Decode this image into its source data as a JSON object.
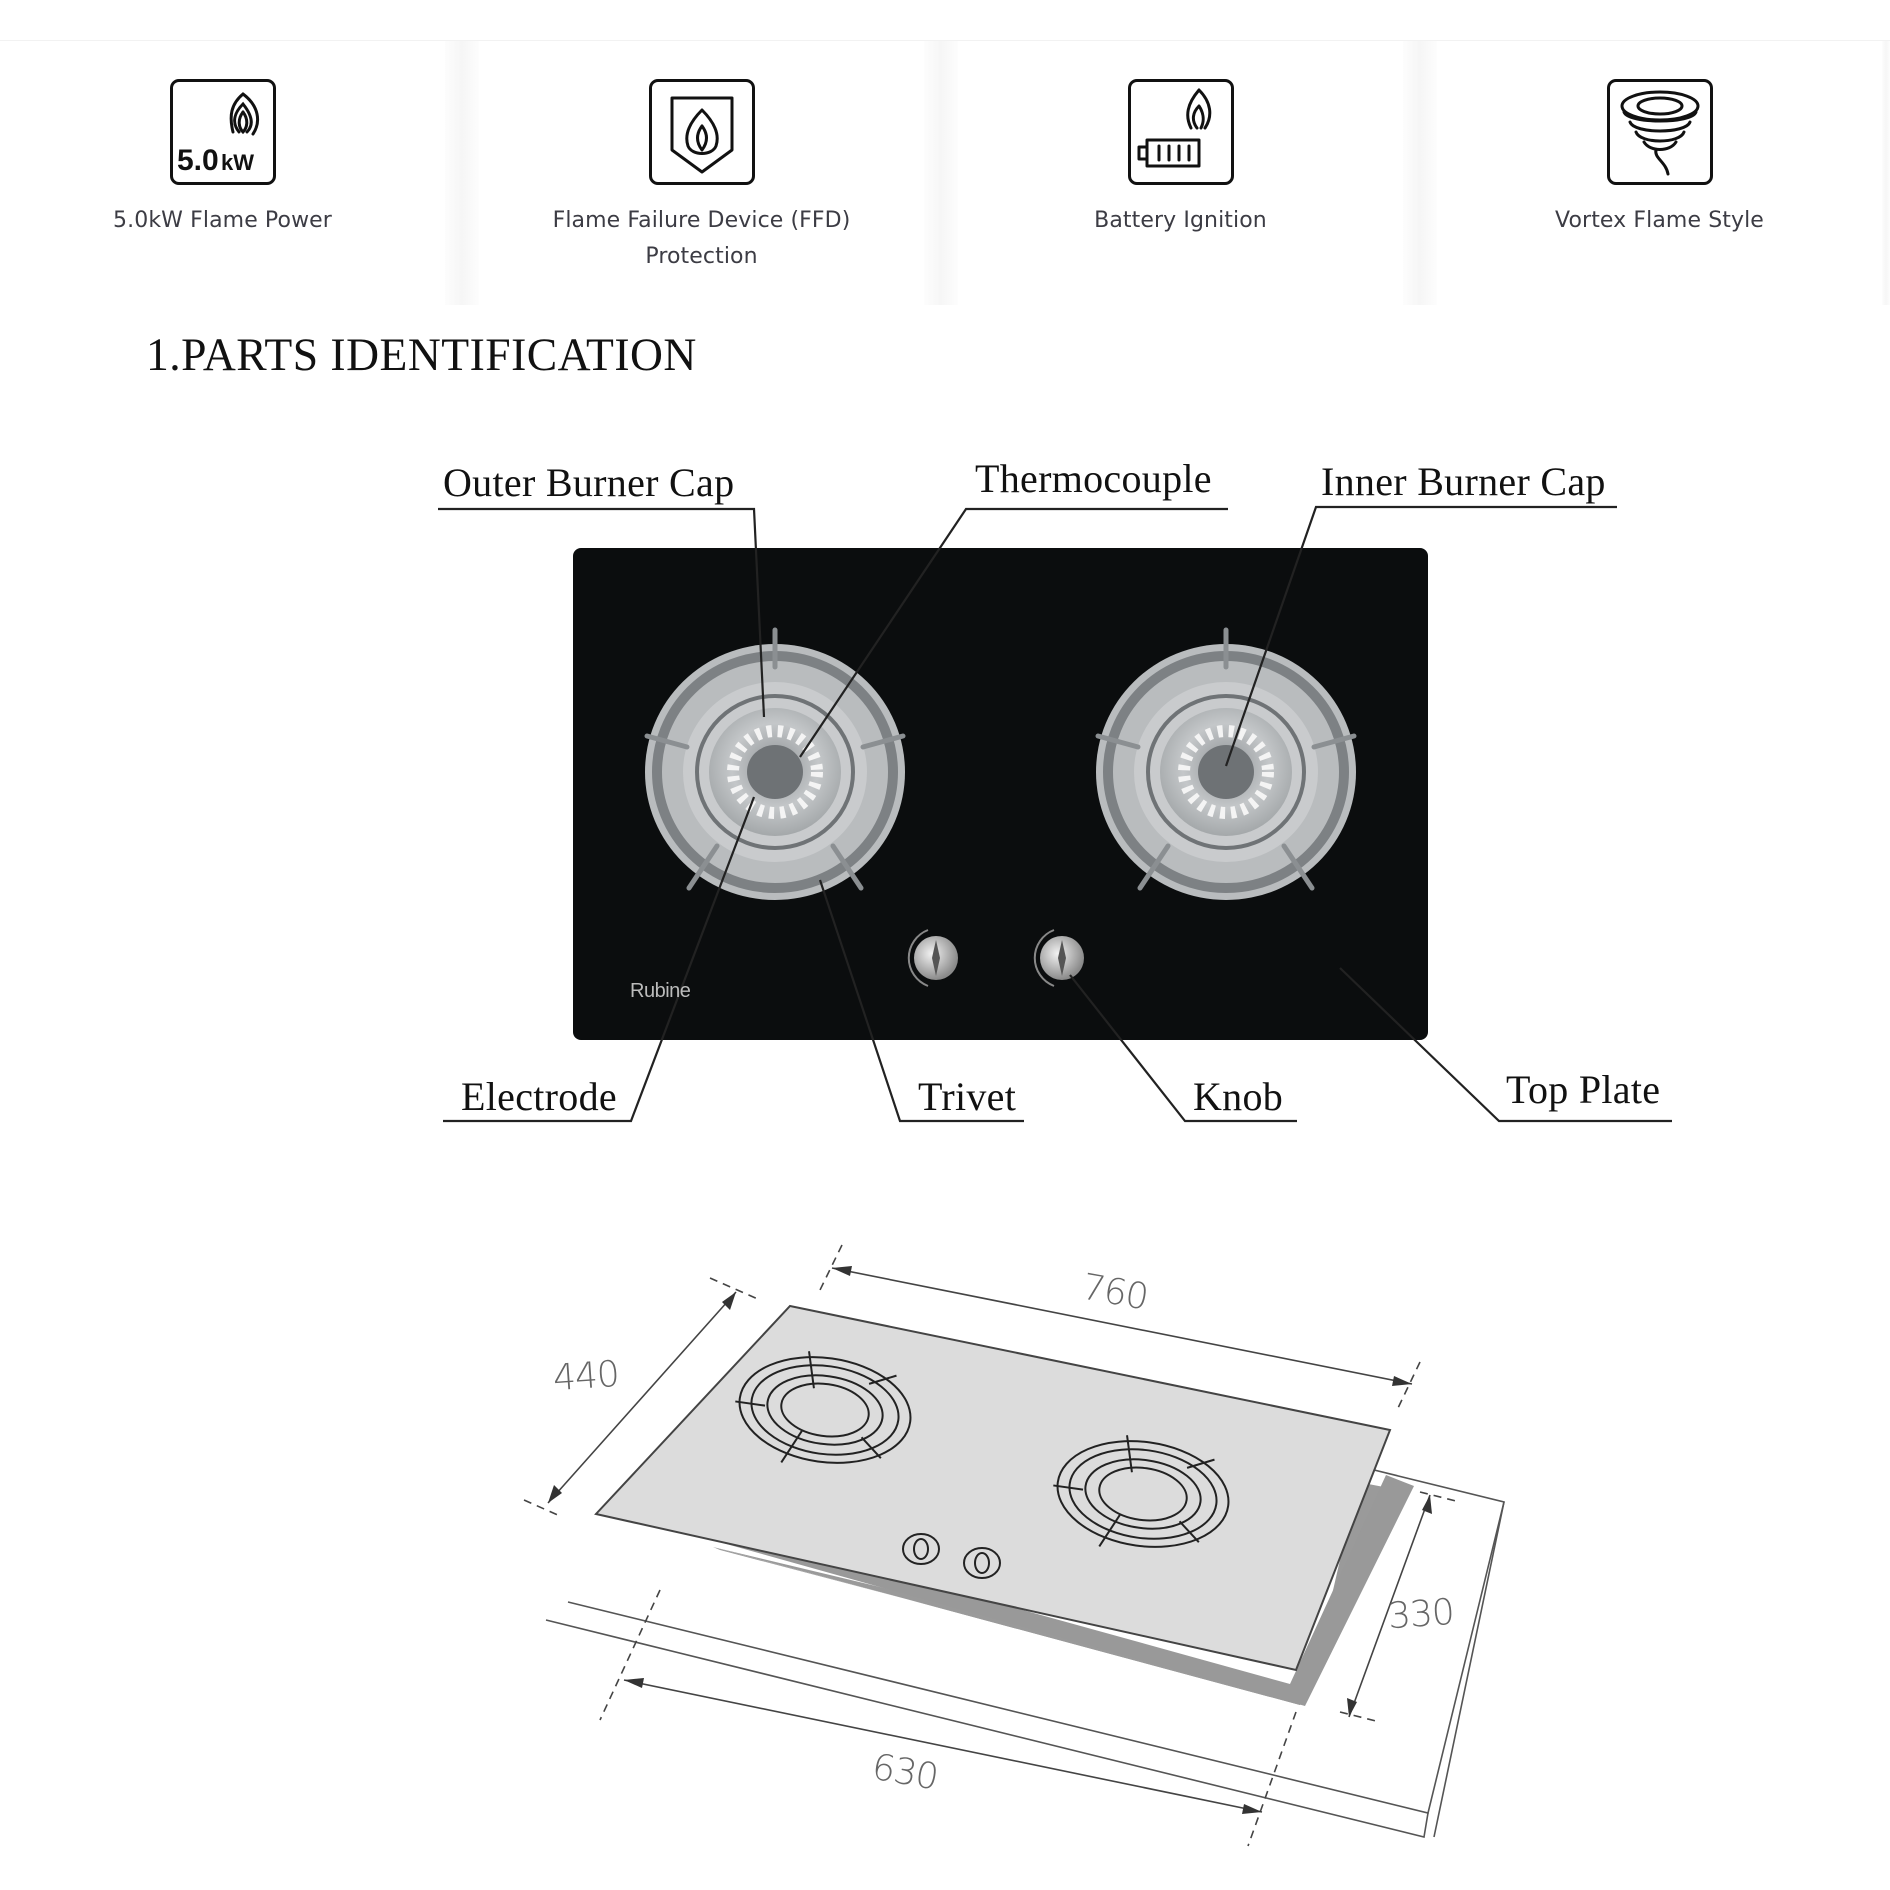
{
  "features": [
    {
      "icon": "flame-power-icon",
      "icon_text": "5.0kW",
      "label_line1": "5.0kW Flame Power",
      "label_line2": ""
    },
    {
      "icon": "shield-flame-icon",
      "label_line1": "Flame Failure Device (FFD)",
      "label_line2": "Protection"
    },
    {
      "icon": "battery-flame-icon",
      "label_line1": "Battery Ignition",
      "label_line2": ""
    },
    {
      "icon": "vortex-icon",
      "label_line1": "Vortex Flame Style",
      "label_line2": ""
    }
  ],
  "section": {
    "title": "1.PARTS IDENTIFICATION"
  },
  "parts": {
    "brand": "Rubine",
    "labels": {
      "outer_burner_cap": "Outer Burner Cap",
      "thermocouple": "Thermocouple",
      "inner_burner_cap": "Inner Burner Cap",
      "electrode": "Electrode",
      "trivet": "Trivet",
      "knob": "Knob",
      "top_plate": "Top Plate"
    }
  },
  "dimensions": {
    "width": "760",
    "depth": "440",
    "cutout_width": "630",
    "cutout_depth": "330"
  },
  "colors": {
    "text": "#3c3c44",
    "hob_glass": "#0b0d0e",
    "burner_steel": "#b9bcbe",
    "diagram_plate": "#dcdcdc",
    "cutout": "#9a9a9a"
  }
}
